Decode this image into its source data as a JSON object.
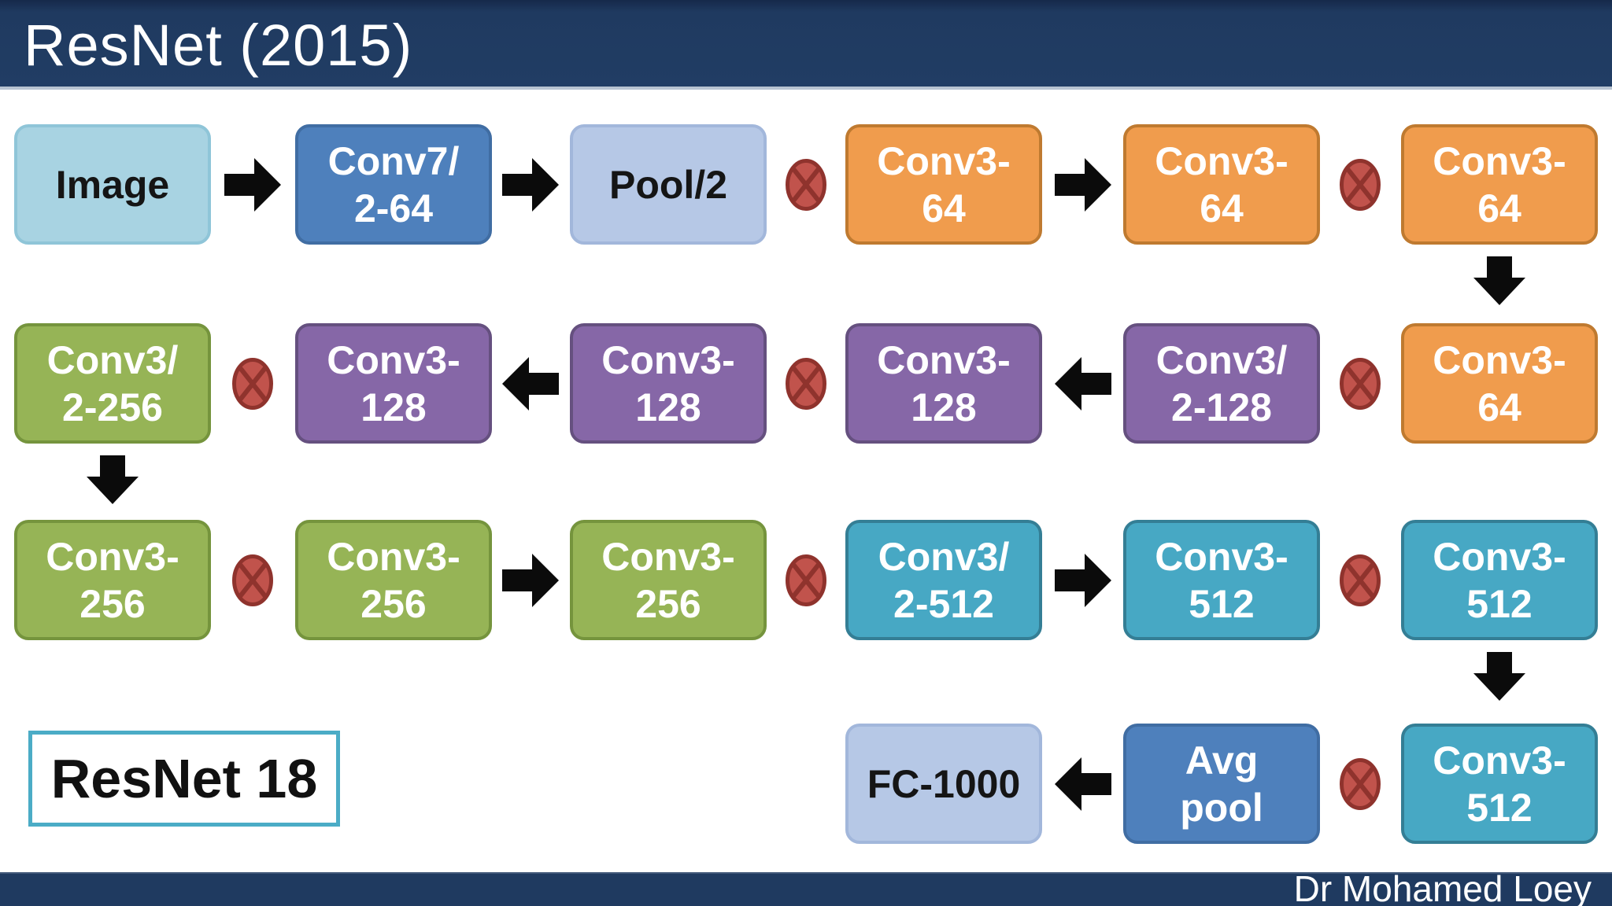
{
  "header": {
    "title": "ResNet (2015)"
  },
  "footer": {
    "credit": "Dr Mohamed Loey"
  },
  "label_box": {
    "text": "ResNet 18"
  },
  "palette": {
    "navy": "#1F3A60",
    "header_border": "#B7C3D1",
    "label_border": "#4BACC6",
    "arrow_black": "#0b0b0b",
    "lightblue": {
      "fill": "#A8D3E2",
      "border": "#8FC5D8"
    },
    "blue": {
      "fill": "#4E80BC",
      "border": "#406DA3"
    },
    "periwinkle": {
      "fill": "#B6C8E6",
      "border": "#A2B7DB"
    },
    "orange": {
      "fill": "#F09C4D",
      "border": "#BF7A30"
    },
    "purple": {
      "fill": "#8667A7",
      "border": "#65507F"
    },
    "green": {
      "fill": "#96B456",
      "border": "#75943D"
    },
    "teal": {
      "fill": "#47A8C4",
      "border": "#347E95"
    },
    "red_op": {
      "fill": "#C1534C",
      "stroke": "#8F332D"
    }
  },
  "diagram": {
    "rows": [
      {
        "nodes": [
          {
            "col": 0,
            "label": "Image",
            "color": "lightblue",
            "text": "dark"
          },
          {
            "col": 1,
            "label": "Conv7/\n2-64",
            "color": "blue",
            "text": "light"
          },
          {
            "col": 2,
            "label": "Pool/2",
            "color": "periwinkle",
            "text": "dark"
          },
          {
            "col": 3,
            "label": "Conv3-\n64",
            "color": "orange",
            "text": "light"
          },
          {
            "col": 4,
            "label": "Conv3-\n64",
            "color": "orange",
            "text": "light"
          },
          {
            "col": 5,
            "label": "Conv3-\n64",
            "color": "orange",
            "text": "light"
          }
        ],
        "connectors": [
          {
            "gap": 0,
            "kind": "arrow-right"
          },
          {
            "gap": 1,
            "kind": "arrow-right"
          },
          {
            "gap": 2,
            "kind": "otimes"
          },
          {
            "gap": 3,
            "kind": "arrow-right"
          },
          {
            "gap": 4,
            "kind": "otimes"
          }
        ]
      },
      {
        "nodes": [
          {
            "col": 0,
            "label": "Conv3/\n2-256",
            "color": "green",
            "text": "light"
          },
          {
            "col": 1,
            "label": "Conv3-\n128",
            "color": "purple",
            "text": "light"
          },
          {
            "col": 2,
            "label": "Conv3-\n128",
            "color": "purple",
            "text": "light"
          },
          {
            "col": 3,
            "label": "Conv3-\n128",
            "color": "purple",
            "text": "light"
          },
          {
            "col": 4,
            "label": "Conv3/\n2-128",
            "color": "purple",
            "text": "light"
          },
          {
            "col": 5,
            "label": "Conv3-\n64",
            "color": "orange",
            "text": "light"
          }
        ],
        "connectors": [
          {
            "gap": 0,
            "kind": "otimes"
          },
          {
            "gap": 1,
            "kind": "arrow-left"
          },
          {
            "gap": 2,
            "kind": "otimes"
          },
          {
            "gap": 3,
            "kind": "arrow-left"
          },
          {
            "gap": 4,
            "kind": "otimes"
          }
        ]
      },
      {
        "nodes": [
          {
            "col": 0,
            "label": "Conv3-\n256",
            "color": "green",
            "text": "light"
          },
          {
            "col": 1,
            "label": "Conv3-\n256",
            "color": "green",
            "text": "light"
          },
          {
            "col": 2,
            "label": "Conv3-\n256",
            "color": "green",
            "text": "light"
          },
          {
            "col": 3,
            "label": "Conv3/\n2-512",
            "color": "teal",
            "text": "light"
          },
          {
            "col": 4,
            "label": "Conv3-\n512",
            "color": "teal",
            "text": "light"
          },
          {
            "col": 5,
            "label": "Conv3-\n512",
            "color": "teal",
            "text": "light"
          }
        ],
        "connectors": [
          {
            "gap": 0,
            "kind": "otimes"
          },
          {
            "gap": 1,
            "kind": "arrow-right"
          },
          {
            "gap": 2,
            "kind": "otimes"
          },
          {
            "gap": 3,
            "kind": "arrow-right"
          },
          {
            "gap": 4,
            "kind": "otimes"
          }
        ]
      },
      {
        "nodes": [
          {
            "col": 3,
            "label": "FC-1000",
            "color": "periwinkle",
            "text": "dark"
          },
          {
            "col": 4,
            "label": "Avg\npool",
            "color": "blue",
            "text": "light"
          },
          {
            "col": 5,
            "label": "Conv3-\n512",
            "color": "teal",
            "text": "light"
          }
        ],
        "connectors": [
          {
            "gap": 3,
            "kind": "arrow-left"
          },
          {
            "gap": 4,
            "kind": "otimes"
          }
        ]
      }
    ],
    "down_arrows": [
      {
        "after_row": 0,
        "col": 5
      },
      {
        "after_row": 1,
        "col": 0
      },
      {
        "after_row": 2,
        "col": 5
      }
    ]
  }
}
